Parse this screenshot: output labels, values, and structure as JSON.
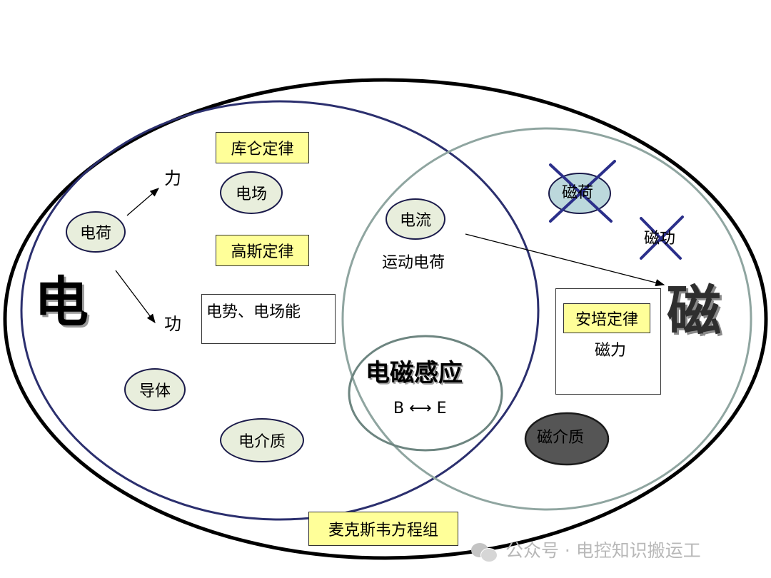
{
  "labels": {
    "electric": "电",
    "magnetic": "磁",
    "charge": "电荷",
    "force": "力",
    "work": "功",
    "electric_field": "电场",
    "coulomb_law": "库仑定律",
    "gauss_law": "高斯定律",
    "potential": "电势、电场能",
    "conductor": "导体",
    "dielectric": "电介质",
    "current": "电流",
    "moving_charge": "运动电荷",
    "induction": "电磁感应",
    "b_e": "B ⟷ E",
    "magnetic_charge": "磁荷",
    "magnetic_work": "磁功",
    "ampere_law": "安培定律",
    "magnetic_force": "磁力",
    "magnetic_medium": "磁介质",
    "maxwell": "麦克斯韦方程组"
  },
  "watermark": {
    "text": "公众号 · 电控知识搬运工",
    "icon": "wechat-icon"
  },
  "colors": {
    "outer_ellipse": "#000000",
    "electric_circle": "#2b2f6e",
    "magnetic_circle": "#8fa5a0",
    "induction_circle": "#6d8580",
    "oval_fill": "#e8eedc",
    "magnetic_charge_fill": "#bcd8dc",
    "magnetic_medium_fill": "#555555",
    "law_fill": "#ffff99",
    "cross": "#2b2f8a"
  }
}
